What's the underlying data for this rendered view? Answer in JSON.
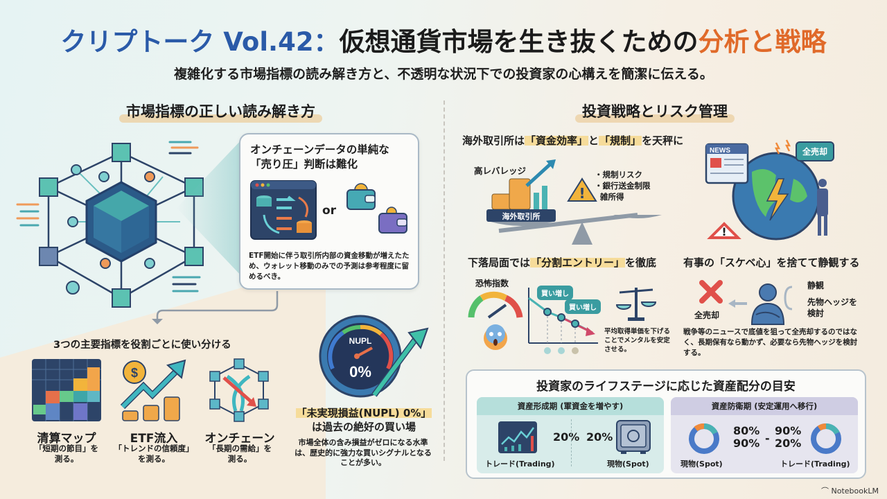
{
  "title": {
    "part1": "クリプトーク Vol.42：",
    "part2": "仮想通貨市場を生き抜くための",
    "part3": "分析と戦略"
  },
  "subtitle": "複雑化する市場指標の読み解き方と、不透明な状況下での投資家の心構えを簡潔に伝える。",
  "left": {
    "heading": "市場指標の正しい読み解き方",
    "callout": {
      "title_line1": "オンチェーンデータの単純な",
      "title_line2": "「売り圧」判断は難化",
      "or": "or",
      "body": "ETF開始に伴う取引所内部の資金移動が増えたため、ウォレット移動のみでの予測は参考程度に留めるべき。"
    },
    "indicators_heading": "3つの主要指標を役割ごとに使い分ける",
    "indicators": [
      {
        "title": "清算マップ",
        "desc_line1": "「短期の節目」を",
        "desc_line2": "測る。",
        "icon": "heatmap-icon"
      },
      {
        "title": "ETF流入",
        "desc_line1": "「トレンドの信頼度」",
        "desc_line2": "を測る。",
        "icon": "etf-inflow-icon"
      },
      {
        "title": "オンチェーン",
        "desc_line1": "「長期の需給」を",
        "desc_line2": "測る。",
        "icon": "onchain-network-icon"
      }
    ],
    "nupl": {
      "gauge_label": "NUPL",
      "gauge_value": "0%",
      "headline_line1": "「未実現損益(NUPL) 0%」",
      "headline_line2": "は過去の絶好の買い場",
      "body": "市場全体の含み損益がゼロになる水準は、歴史的に強力な買いシグナルとなることが多い。"
    }
  },
  "right": {
    "heading": "投資戦略とリスク管理",
    "exchange": {
      "title_pre": "海外取引所は",
      "title_hl1": "「資金効率」",
      "title_mid": "と",
      "title_hl2": "「規制」",
      "title_post": "を天秤に",
      "leverage_label": "高レバレッジ",
      "exchange_label": "海外取引所",
      "risks": [
        "・規制リスク",
        "・銀行送金制限",
        "雑所得"
      ]
    },
    "news": {
      "news_label": "NEWS",
      "speech": "全売却"
    },
    "split": {
      "title_pre": "下落局面では",
      "title_hl": "「分割エントリー」",
      "title_post": "を徹底",
      "fear_label": "恐怖指数",
      "buy_more_1": "買い増し",
      "buy_more_2": "買い増し",
      "note": "平均取得単価を下げることでメンタルを安定させる。"
    },
    "calm": {
      "title": "有事の「スケベ心」を捨てて静観する",
      "sell_all": "全売却",
      "opt1": "静観",
      "opt2_line1": "先物ヘッジを",
      "opt2_line2": "検討",
      "body": "戦争等のニュースで底値を狙って全売却するのではなく、長期保有なら動かず、必要なら先物ヘッジを検討する。"
    },
    "allocation": {
      "title": "投資家のライフステージに応じた資産配分の目安",
      "stage1": {
        "label": "資産形成期 (軍資金を増やす)",
        "trading_pct": "20%",
        "spot_pct": "20%",
        "trading_label": "トレード(Trading)",
        "spot_label": "現物(Spot)"
      },
      "stage2": {
        "label": "資産防衛期 (安定運用へ移行)",
        "pct_tl": "80%",
        "pct_bl": "90%",
        "dash": "-",
        "pct_tr": "90%",
        "pct_br": "20%",
        "spot_label": "現物(Spot)",
        "trading_label": "トレード(Trading)"
      }
    }
  },
  "footer": {
    "brand": "NotebookLM"
  },
  "colors": {
    "title_blue": "#2a5aa8",
    "accent_orange": "#e06a2a",
    "teal": "#3a9ca0",
    "navy": "#2d4468",
    "highlight": "#f6dc9a"
  }
}
